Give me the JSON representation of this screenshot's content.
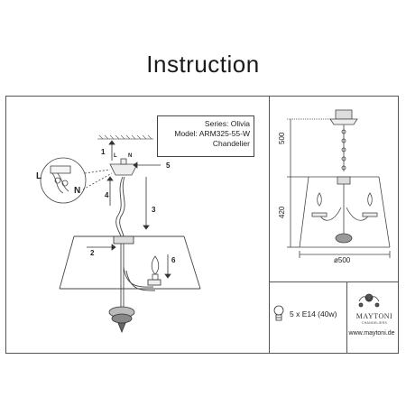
{
  "header": {
    "title": "Instruction"
  },
  "product": {
    "series": "Series: Olivia",
    "model": "Model: ARM325-55-W",
    "type": "Chandelier"
  },
  "steps": {
    "s1": "1",
    "s2": "2",
    "s3": "3",
    "s4": "4",
    "s5": "5",
    "s6": "6"
  },
  "wiring": {
    "live": "L",
    "neutral": "N",
    "live_small": "L",
    "neutral_small": "N"
  },
  "dimensions": {
    "chain_height": "500",
    "body_height": "420",
    "diameter": "ø500"
  },
  "bulbs": {
    "spec": "5 x E14 (40w)"
  },
  "brand": {
    "name": "MAYTONI",
    "tagline": "CHANDELIERS",
    "website": "www.maytoni.de"
  }
}
